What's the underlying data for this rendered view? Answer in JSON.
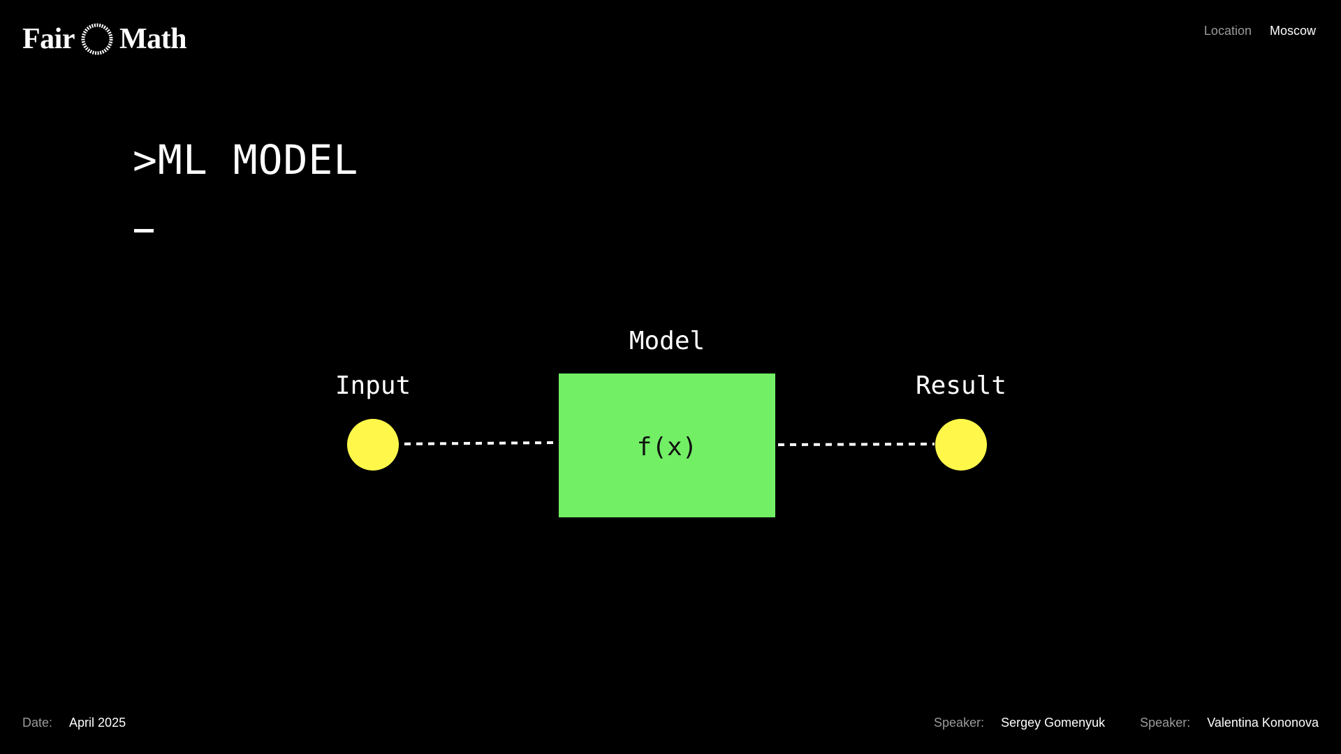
{
  "header": {
    "logo": {
      "word_left": "Fair",
      "word_right": "Math"
    },
    "location_label": "Location",
    "location_value": "Moscow"
  },
  "slide": {
    "title": ">ML MODEL"
  },
  "diagram": {
    "input_label": "Input",
    "model_label": "Model",
    "function_text": "f(x)",
    "result_label": "Result",
    "colors": {
      "node": "#FFF84A",
      "model_box": "#72EF65",
      "connector": "#FFFFFF"
    }
  },
  "footer": {
    "date_label": "Date:",
    "date_value": "April 2025",
    "speakers": [
      {
        "label": "Speaker:",
        "name": "Sergey Gomenyuk"
      },
      {
        "label": "Speaker:",
        "name": "Valentina Kononova"
      }
    ]
  }
}
